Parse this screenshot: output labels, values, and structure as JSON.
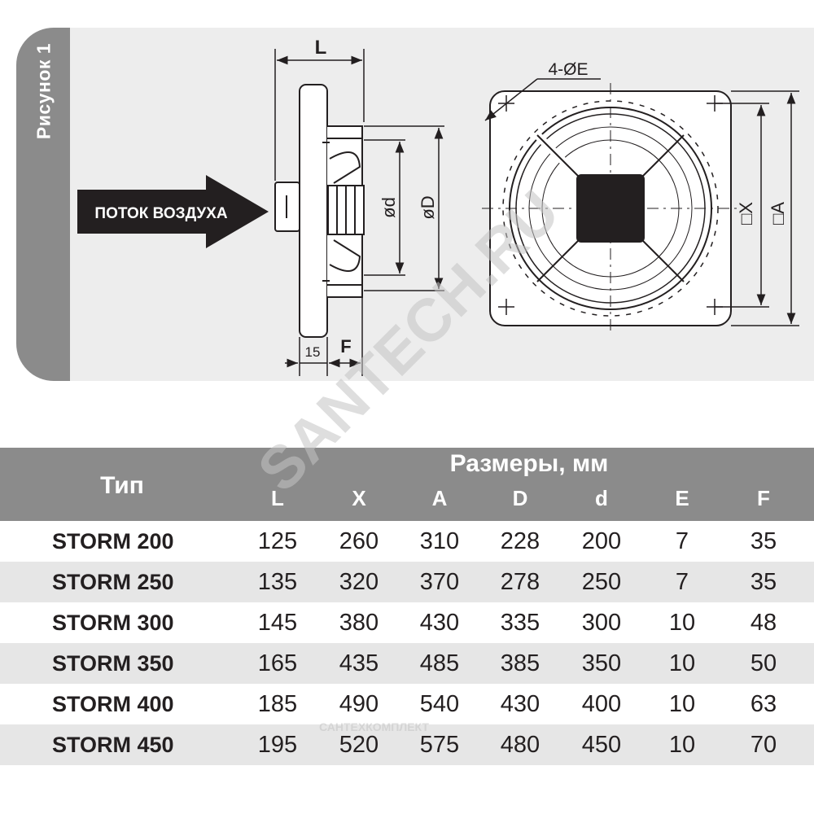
{
  "figure": {
    "label": "Рисунок 1",
    "airflow": "ПОТОК ВОЗДУХА",
    "dims": {
      "L": "L",
      "F": "F",
      "fifteen": "15",
      "d": "ød",
      "D": "øD",
      "E": "4-ØE",
      "X": "□X",
      "A": "□A"
    }
  },
  "table": {
    "type_header": "Тип",
    "group_header": "Размеры, мм",
    "columns": [
      "L",
      "X",
      "A",
      "D",
      "d",
      "E",
      "F"
    ],
    "rows": [
      {
        "type": "STORM 200",
        "values": [
          "125",
          "260",
          "310",
          "228",
          "200",
          "7",
          "35"
        ]
      },
      {
        "type": "STORM 250",
        "values": [
          "135",
          "320",
          "370",
          "278",
          "250",
          "7",
          "35"
        ]
      },
      {
        "type": "STORM 300",
        "values": [
          "145",
          "380",
          "430",
          "335",
          "300",
          "10",
          "48"
        ]
      },
      {
        "type": "STORM 350",
        "values": [
          "165",
          "435",
          "485",
          "385",
          "350",
          "10",
          "50"
        ]
      },
      {
        "type": "STORM 400",
        "values": [
          "185",
          "490",
          "540",
          "430",
          "400",
          "10",
          "63"
        ]
      },
      {
        "type": "STORM 450",
        "values": [
          "195",
          "520",
          "575",
          "480",
          "450",
          "10",
          "70"
        ]
      }
    ]
  },
  "watermarks": {
    "main": "SANTECH.RU",
    "small": "САНТЕХКОМПЛЕКТ"
  }
}
